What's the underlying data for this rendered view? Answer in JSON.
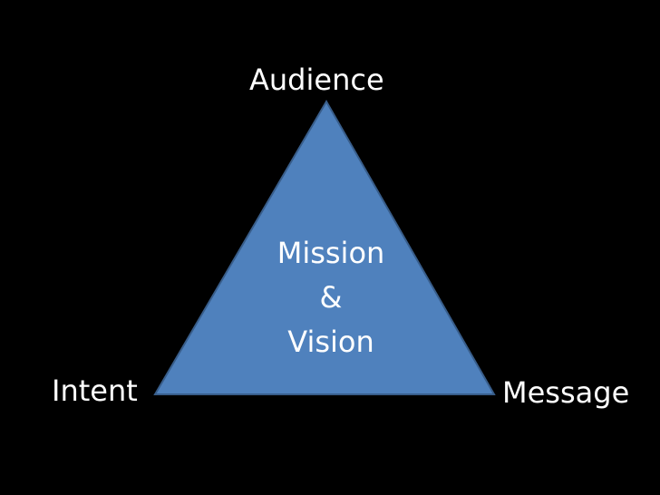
{
  "diagram": {
    "type": "triangle",
    "fill_color": "#4f81bd",
    "outline_color": "#385d8a",
    "background_color": "#000000",
    "vertices": {
      "top": "Audience",
      "bottom_left": "Intent",
      "bottom_right": "Message"
    },
    "center_text": [
      "Mission",
      "&",
      "Vision"
    ]
  }
}
